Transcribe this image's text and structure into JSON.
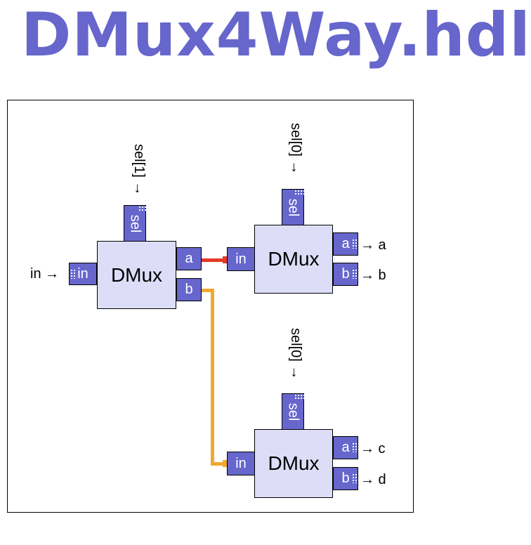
{
  "title": "DMux4Way.hdl",
  "chips": {
    "first": {
      "name": "DMux",
      "pin_in": "in",
      "pin_sel": "sel",
      "pin_a": "a",
      "pin_b": "b"
    },
    "top": {
      "name": "DMux",
      "pin_in": "in",
      "pin_sel": "sel",
      "pin_a": "a",
      "pin_b": "b"
    },
    "bottom": {
      "name": "DMux",
      "pin_in": "in",
      "pin_sel": "sel",
      "pin_a": "a",
      "pin_b": "b"
    }
  },
  "labels": {
    "input": "in →",
    "sel1": "sel[1] →",
    "sel0_top": "sel[0] →",
    "sel0_bottom": "sel[0] →",
    "out_a": "→ a",
    "out_b": "→ b",
    "out_c": "→ c",
    "out_d": "→ d"
  },
  "colors": {
    "title": "#6666cc",
    "pin": "#6666cc",
    "chip_body": "#ddddf7",
    "wire_a": "#e53a2a",
    "wire_b": "#f0a830"
  }
}
